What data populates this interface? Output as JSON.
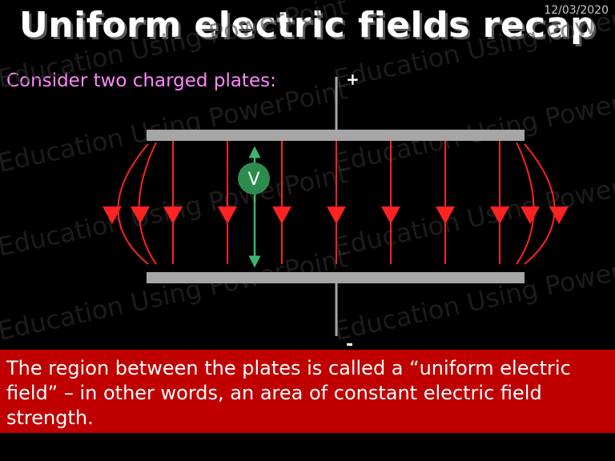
{
  "date": "12/03/2020",
  "title": "Uniform electric fields recap",
  "intro": "Consider two charged plates:",
  "diagram": {
    "positive_label": "+",
    "negative_label": "-",
    "voltage_label": "V",
    "colors": {
      "plate": "#a6a6a6",
      "field_line": "#ff2222",
      "voltmeter": "#2e8b4e",
      "voltage_arrow": "#3cb371"
    }
  },
  "watermark": "Education Using PowerPoint",
  "caption": "The region between the plates is called a “uniform electric field” – in other words, an area of constant electric field strength."
}
